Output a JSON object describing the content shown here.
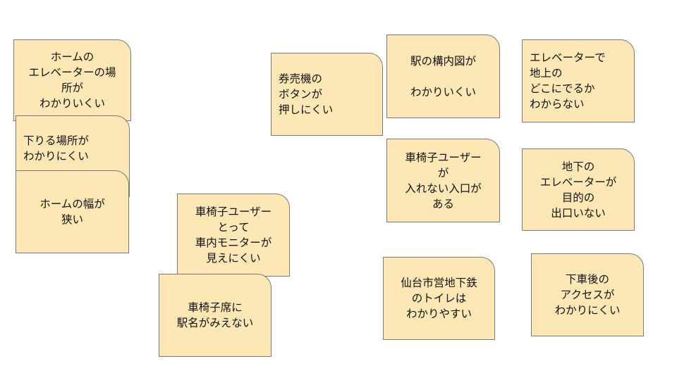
{
  "board": {
    "notes": [
      {
        "id": "home-elevator-location",
        "text": "ホームの\nエレベーターの場\n所が\nわかりいくい"
      },
      {
        "id": "exit-location",
        "text": "下りる場所が\nわかりにくい"
      },
      {
        "id": "platform-narrow",
        "text": "ホームの幅が\n狭い"
      },
      {
        "id": "ticket-machine-buttons",
        "text": "券売機の\nボタンが\n押しにくい"
      },
      {
        "id": "station-map",
        "text": "駅の構内図が\n\nわかりいくい"
      },
      {
        "id": "elevator-ground-exit",
        "text": "エレベーターで\n地上の\nどこにでるか\nわからない"
      },
      {
        "id": "wheelchair-entrance",
        "text": "車椅子ユーザー\nが\n入れない入口が\nある"
      },
      {
        "id": "underground-elevator-exit",
        "text": "地下の\nエレベーターが\n目的の\n出口いない"
      },
      {
        "id": "wheelchair-monitor",
        "text": "車椅子ユーザー\nとって\n車内モニターが\n見えにくい"
      },
      {
        "id": "sendai-subway-toilet",
        "text": "仙台市営地下鉄\nのトイレは\nわかりやすい"
      },
      {
        "id": "access-after-alighting",
        "text": "下車後の\nアクセスが\nわかりにくい"
      },
      {
        "id": "wheelchair-seat-station-name",
        "text": "車椅子席に\n駅名がみえない"
      }
    ]
  }
}
